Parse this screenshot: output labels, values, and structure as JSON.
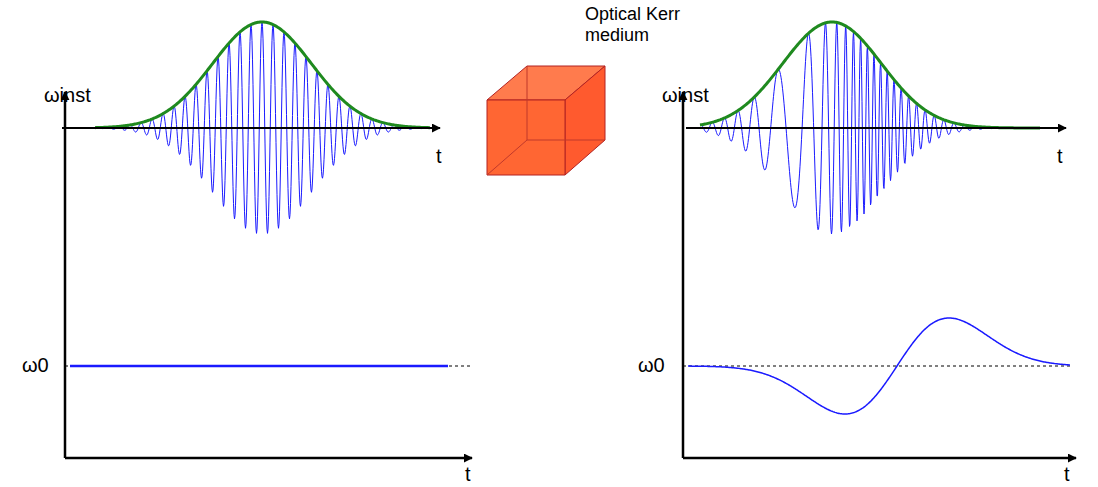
{
  "diagram": {
    "labels": [
      "Optical Kerr medium",
      "t",
      "t",
      "ωinst",
      "ω0",
      "t",
      "ωinst",
      "ω0",
      "t"
    ]
  }
}
